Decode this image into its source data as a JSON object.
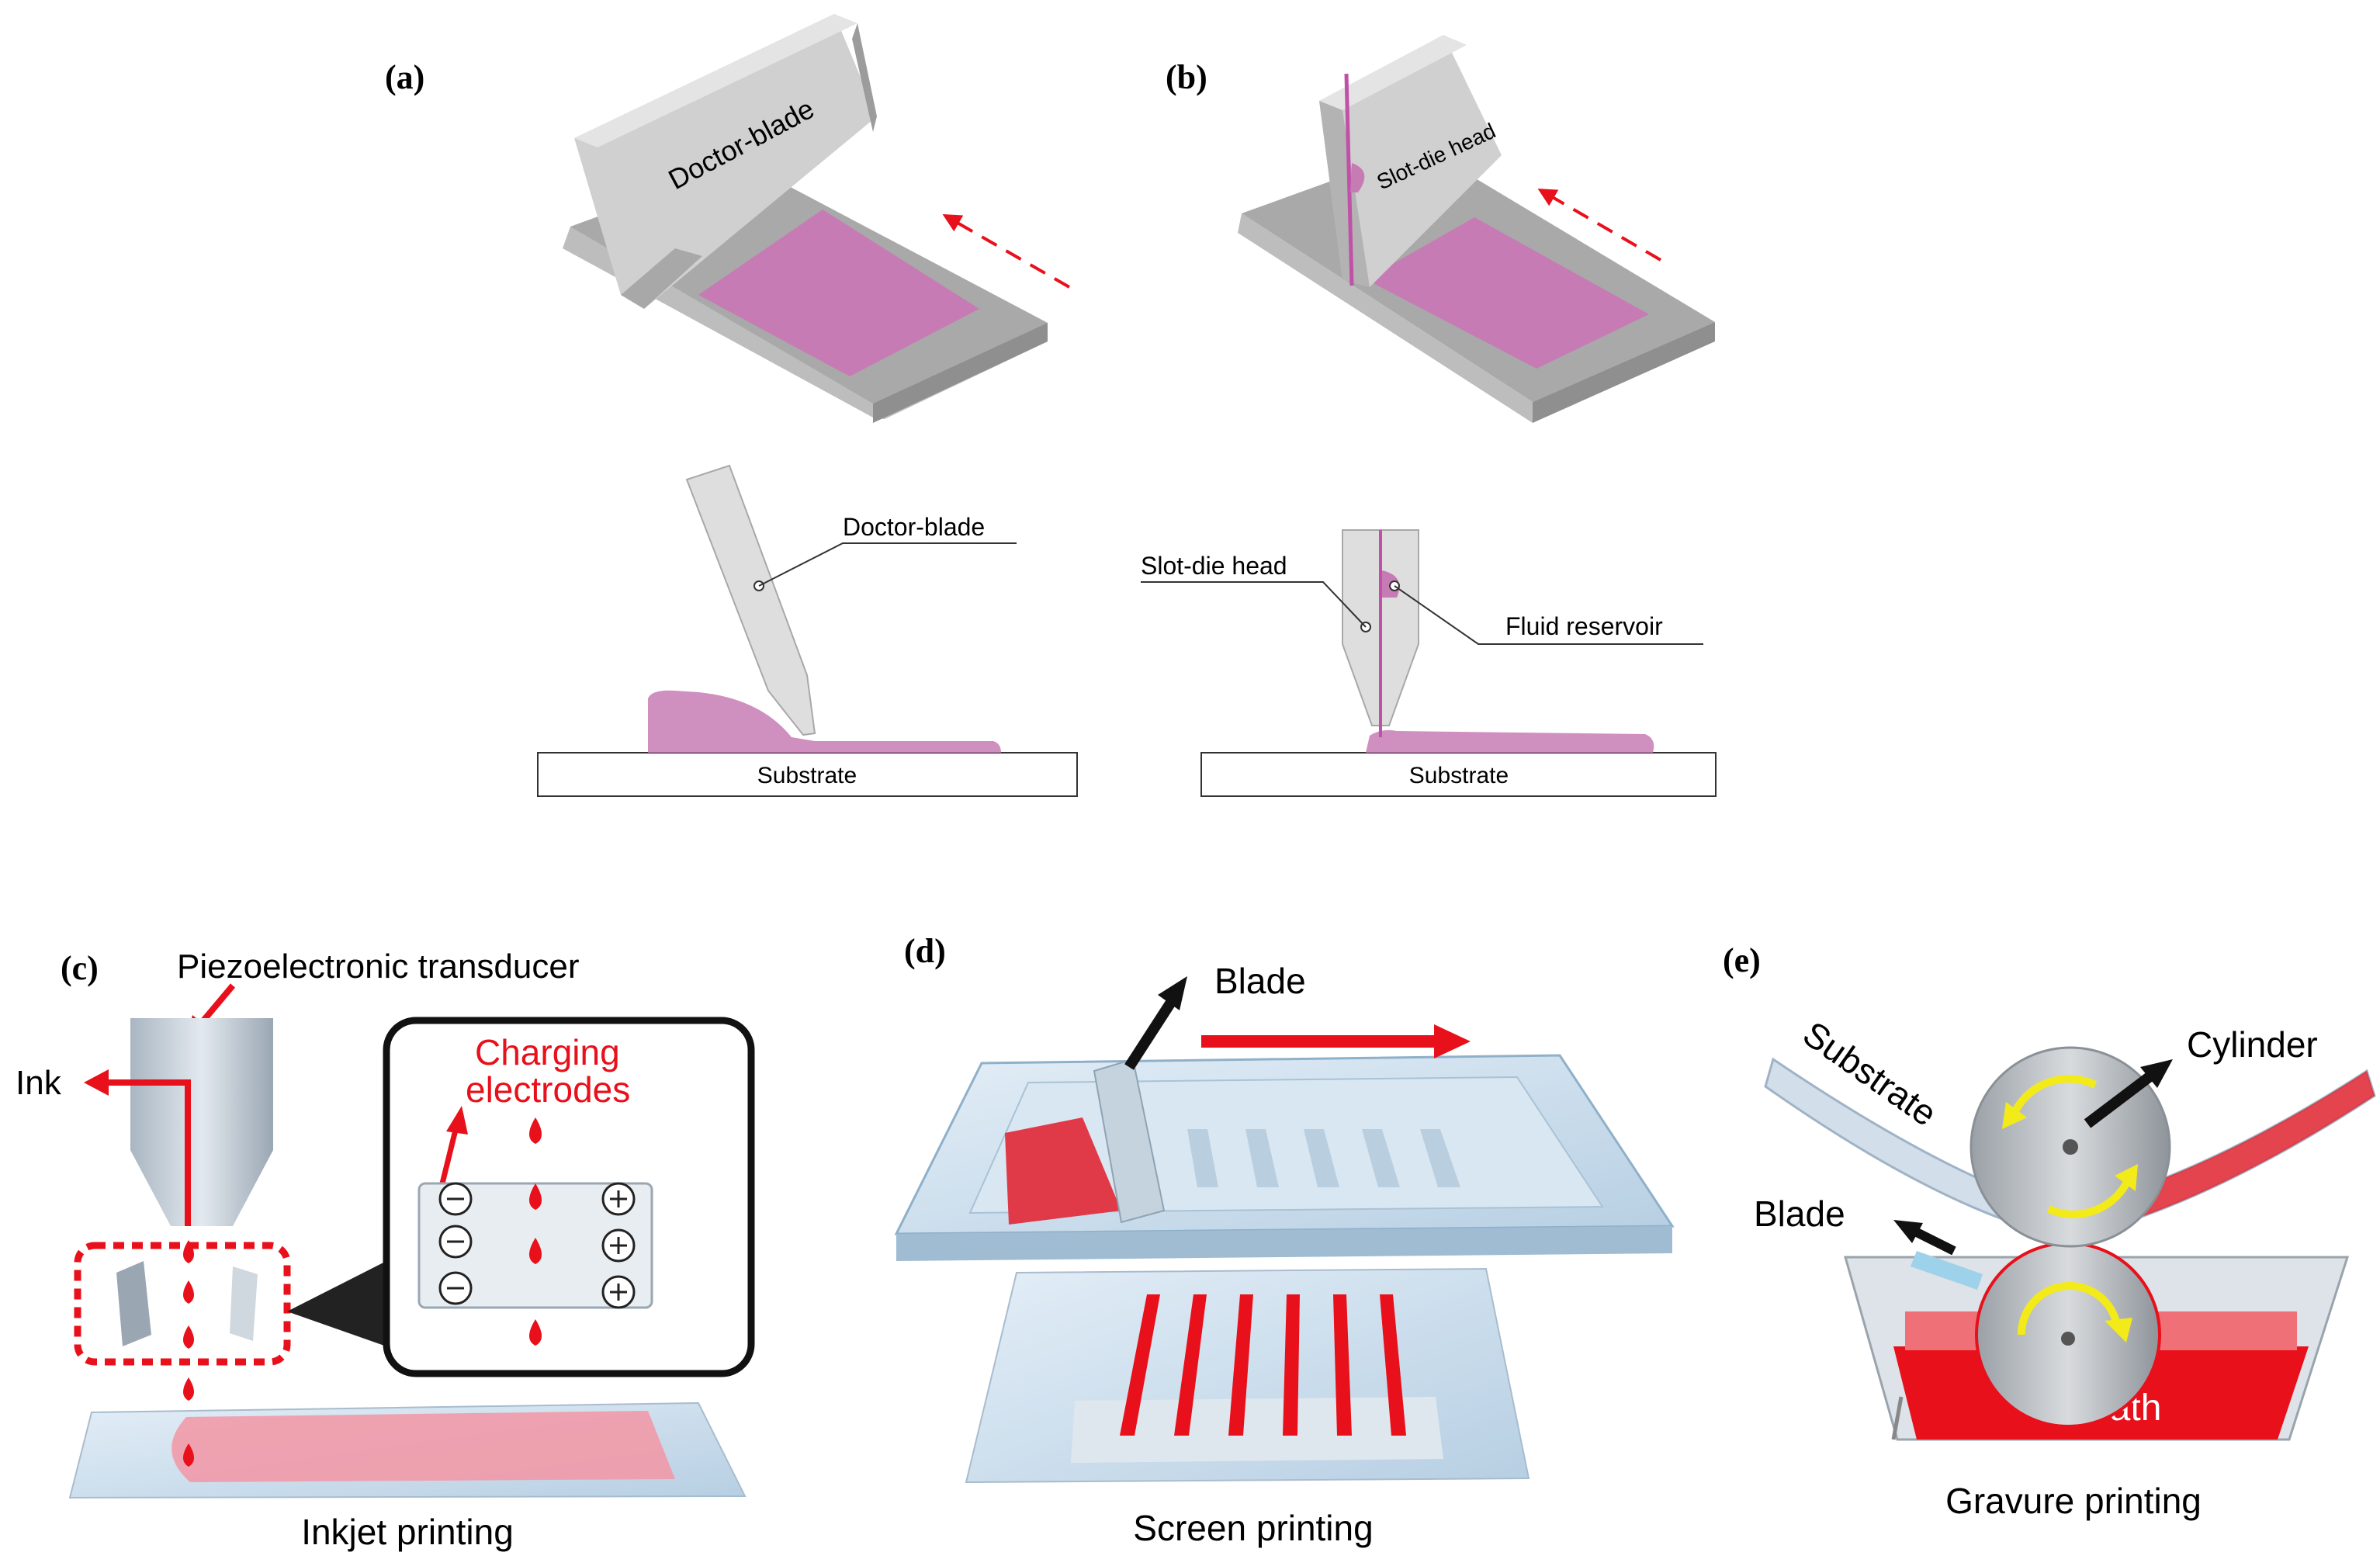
{
  "panels": {
    "a": {
      "letter": "(a)",
      "blade_3d": "Doctor-blade",
      "blade_callout": "Doctor-blade",
      "substrate": "Substrate"
    },
    "b": {
      "letter": "(b)",
      "head_3d": "Slot-die head",
      "head_callout": "Slot-die head",
      "reservoir_callout": "Fluid reservoir",
      "substrate": "Substrate"
    },
    "c": {
      "letter": "(c)",
      "transducer": "Piezoelectronic transducer",
      "ink": "Ink",
      "charging_line1": "Charging",
      "charging_line2": "electrodes",
      "caption": "Inkjet printing"
    },
    "d": {
      "letter": "(d)",
      "blade": "Blade",
      "caption": "Screen printing"
    },
    "e": {
      "letter": "(e)",
      "substrate": "Substrate",
      "cylinder": "Cylinder",
      "blade": "Blade",
      "ink_bath": "Ink bath",
      "caption": "Gravure printing"
    }
  },
  "colors": {
    "film": "#c77bb4",
    "blade_grey": "#c9c9c9",
    "ink_red": "#e8101a",
    "arrow_yellow": "#f3ea1a",
    "glass_blue": "#cfe0ee"
  },
  "icons": [
    "dashed-arrow-icon",
    "drop-icon",
    "minus-circle-icon",
    "plus-circle-icon",
    "arrow-icon",
    "rotation-arrow-icon"
  ]
}
